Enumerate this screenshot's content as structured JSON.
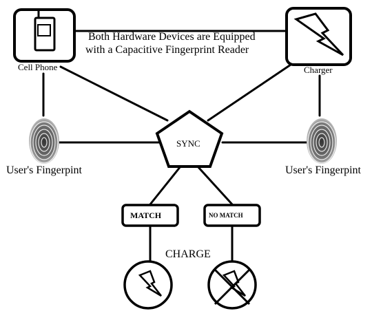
{
  "diagram": {
    "header": {
      "line1": "Both Hardware Devices are Equipped",
      "line2": "with a Capacitive Fingerprint Reader"
    },
    "nodes": {
      "phone_label": "Cell Phone",
      "charger_label": "Charger",
      "sync_label": "SYNC",
      "fingerprint_left_label": "User's Fingerpint",
      "fingerprint_right_label": "User's Fingerpint",
      "match_label": "MATCH",
      "no_match_label": "NO MATCH",
      "charge_label": "CHARGE"
    },
    "icons": {
      "phone": "cell-phone-icon",
      "charger": "lightning-bolt-icon",
      "fingerprint": "fingerprint-icon",
      "charge": "lightning-bolt-icon",
      "no_charge": "crossed-lightning-bolt-icon"
    }
  }
}
